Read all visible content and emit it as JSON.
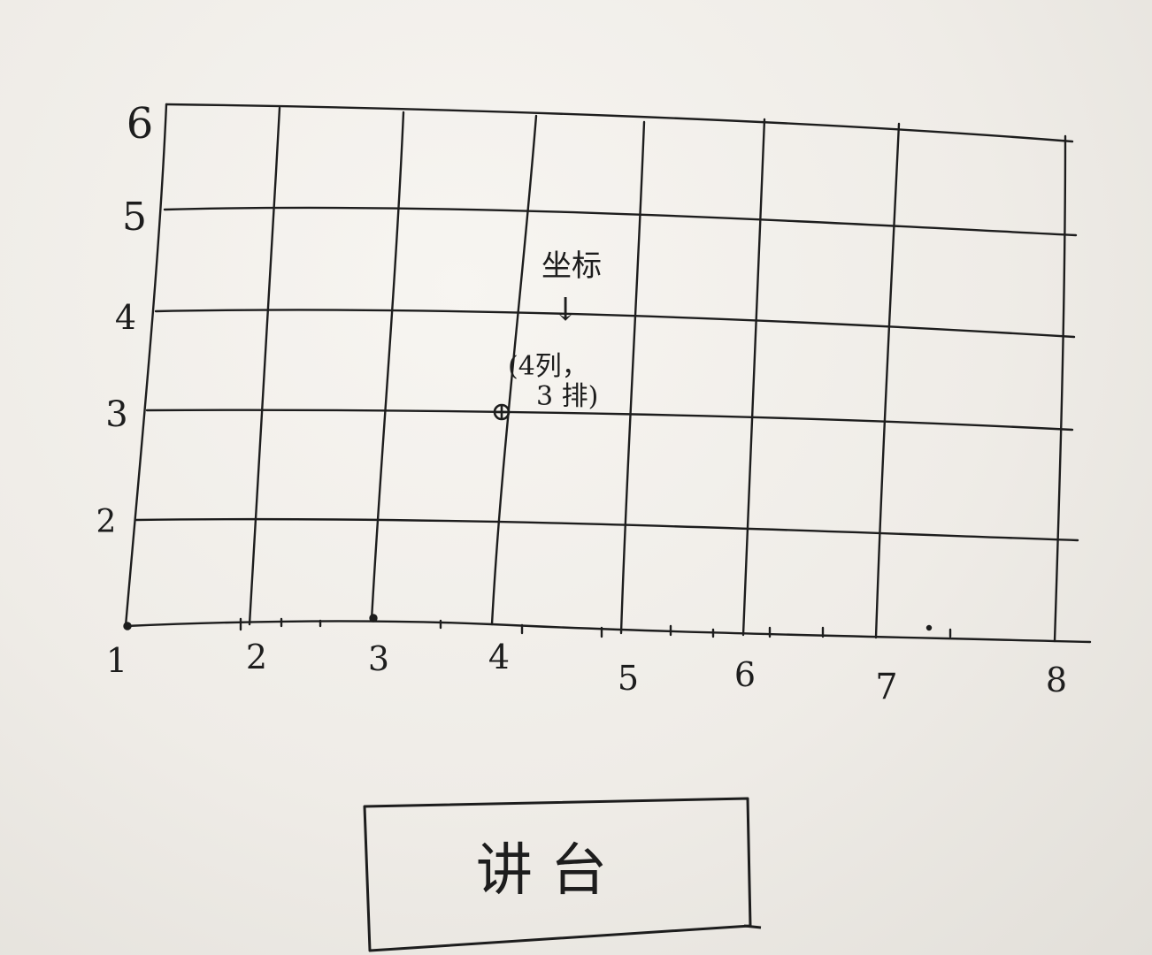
{
  "x_labels": [
    "1",
    "2",
    "3",
    "4",
    "5",
    "6",
    "7",
    "8"
  ],
  "y_labels": [
    "2",
    "3",
    "4",
    "5",
    "6"
  ],
  "annotation": {
    "title": "坐标",
    "arrow": "↓",
    "line1": "(4列，",
    "line2": "3 排)"
  },
  "marked_point": {
    "column": 4,
    "row": 3
  },
  "podium_label": "讲 台",
  "colors": {
    "ink": "#1d1d1d",
    "paper": "#f4f2ee"
  }
}
